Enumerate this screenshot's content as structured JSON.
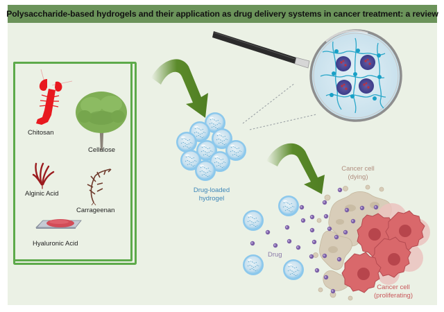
{
  "title": "Polysaccharide-based hydrogels and their application as drug delivery systems in cancer treatment: a review",
  "sources": {
    "items": [
      {
        "label": "Chitosan",
        "icon": "lobster-icon"
      },
      {
        "label": "Cellulose",
        "icon": "tree-icon"
      },
      {
        "label": "Alginic Acid",
        "icon": "red-seaweed-icon"
      },
      {
        "label": "Carrageenan",
        "icon": "brown-seaweed-icon"
      },
      {
        "label": "Hyaluronic Acid",
        "icon": "tissue-slide-icon"
      }
    ]
  },
  "hydrogel": {
    "label_line1": "Drug-loaded",
    "label_line2": "hydrogel"
  },
  "drug": {
    "label": "Drug"
  },
  "cancer_dying": {
    "label_line1": "Cancer cell",
    "label_line2": "(dying)"
  },
  "cancer_proliferating": {
    "label_line1": "Cancer cell",
    "label_line2": "(proliferating)"
  },
  "colors": {
    "title_bar": "#6b935a",
    "panel_bg": "#ebf1e5",
    "box_border": "#5daa4a",
    "arrow": "#5b8a2a",
    "hydrogel_blue": "#8cc8ec",
    "drug_purple": "#7a5ea6",
    "dying_cell": "#d7ccb8",
    "proliferating_cell": "#d9686b"
  }
}
